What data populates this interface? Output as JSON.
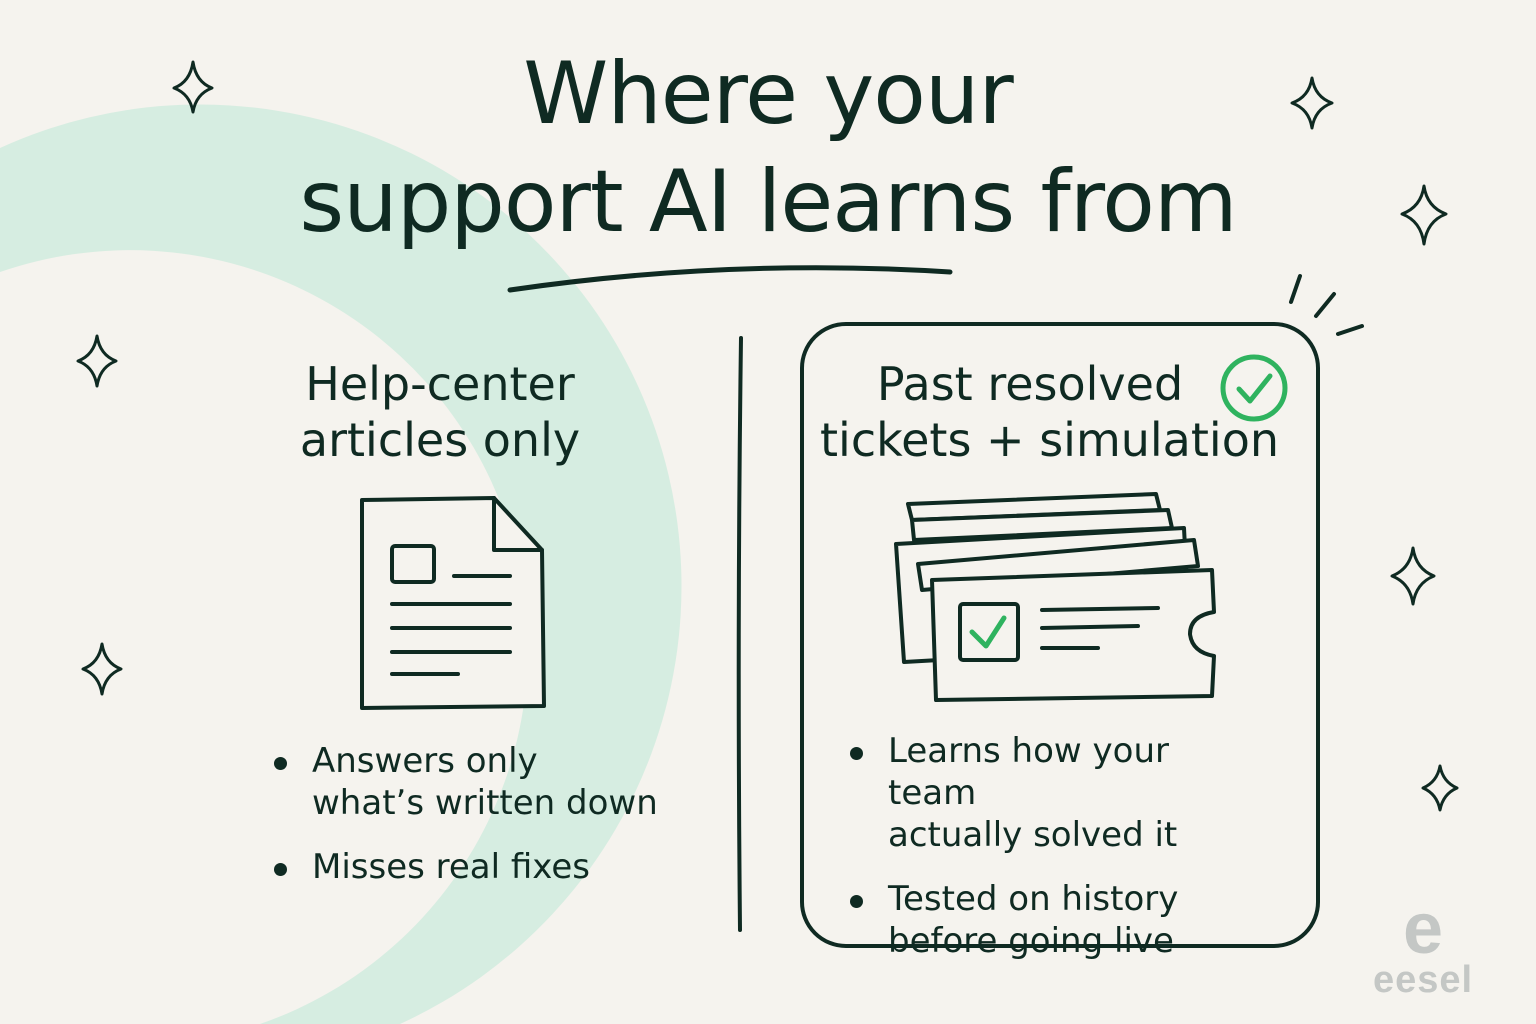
{
  "title": {
    "line1": "Where your",
    "line2": "support AI learns from"
  },
  "left_column": {
    "heading_line1": "Help-center",
    "heading_line2": "articles only",
    "icon": "document-icon",
    "bullets": [
      {
        "line1": "Answers only",
        "line2": "what’s written down"
      },
      {
        "line1": "Misses real fixes",
        "line2": ""
      }
    ]
  },
  "right_column": {
    "heading_line1": "Past resolved",
    "heading_line2": "tickets + simulation",
    "badge_icon": "check-circle-icon",
    "icon": "ticket-stack-icon",
    "bullets": [
      {
        "line1": "Learns how your team",
        "line2": "actually solved it"
      },
      {
        "line1": "Tested on history",
        "line2": "before going live"
      }
    ]
  },
  "logo": {
    "mark": "e",
    "wordmark": "eesel"
  },
  "colors": {
    "background": "#f5f3ee",
    "ink": "#0f2a22",
    "accent_green": "#2fb35f",
    "mint_arc": "#d3ecdf",
    "logo_gray": "#c4c7c5"
  }
}
